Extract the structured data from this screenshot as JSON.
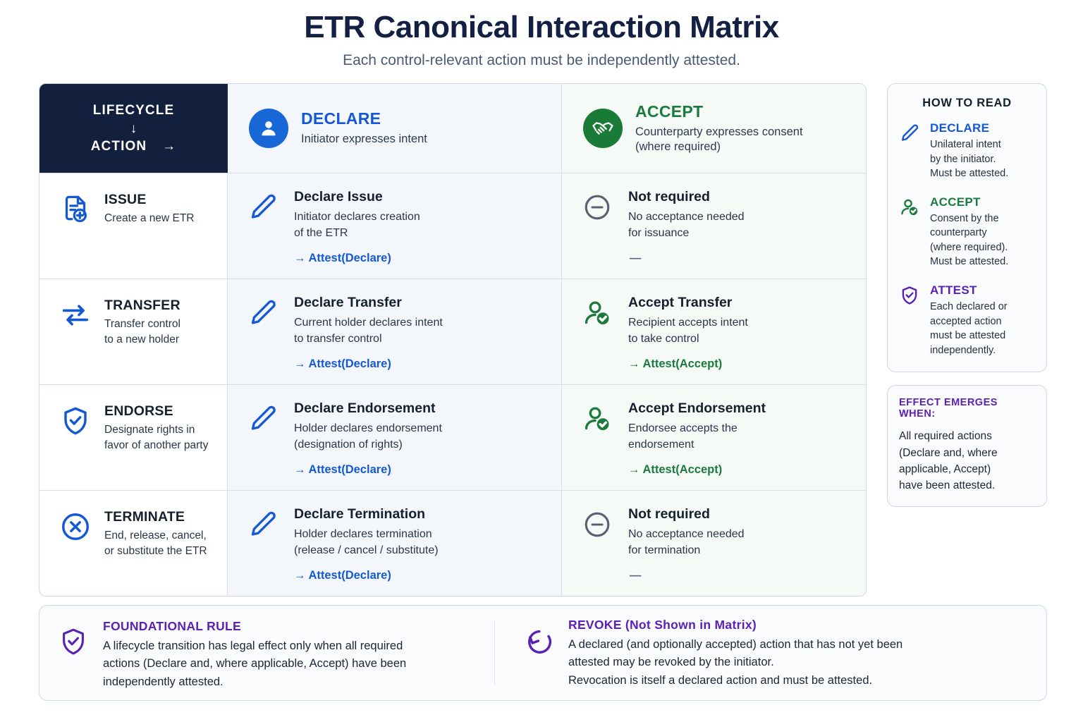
{
  "header": {
    "title": "ETR Canonical Interaction Matrix",
    "subtitle": "Each control-relevant action must be independently attested."
  },
  "matrix": {
    "corner": {
      "line1": "LIFECYCLE",
      "arrow_down": "↓",
      "line2": "ACTION",
      "arrow_right": "→"
    },
    "columns": [
      {
        "id": "declare",
        "icon": "person-icon",
        "title": "DECLARE",
        "subtitle_lines": [
          "Initiator expresses intent"
        ],
        "color": "#1558d6"
      },
      {
        "id": "accept",
        "icon": "handshake-icon",
        "title": "ACCEPT",
        "subtitle_lines": [
          "Counterparty expresses consent",
          "(where required)"
        ],
        "color": "#1b7a3d"
      }
    ],
    "rows": [
      {
        "id": "issue",
        "icon": "document-plus-icon",
        "name": "ISSUE",
        "desc_lines": [
          "Create a new ETR"
        ],
        "declare": {
          "icon": "pencil-icon",
          "title": "Declare Issue",
          "desc_lines": [
            "Initiator declares creation",
            "of the ETR"
          ],
          "attest": "→  Attest(Declare)",
          "attest_style": "blue"
        },
        "accept": {
          "icon": "minus-circle-icon",
          "title": "Not required",
          "desc_lines": [
            "No acceptance needed",
            "for issuance"
          ],
          "attest": "—",
          "attest_style": "dash"
        }
      },
      {
        "id": "transfer",
        "icon": "transfer-arrows-icon",
        "name": "TRANSFER",
        "desc_lines": [
          "Transfer control",
          "to a new holder"
        ],
        "declare": {
          "icon": "pencil-icon",
          "title": "Declare Transfer",
          "desc_lines": [
            "Current holder declares intent",
            "to transfer control"
          ],
          "attest": "→  Attest(Declare)",
          "attest_style": "blue"
        },
        "accept": {
          "icon": "person-check-icon",
          "title": "Accept Transfer",
          "desc_lines": [
            "Recipient accepts intent",
            "to take control"
          ],
          "attest": "→  Attest(Accept)",
          "attest_style": "green"
        }
      },
      {
        "id": "endorse",
        "icon": "shield-check-icon",
        "name": "ENDORSE",
        "desc_lines": [
          "Designate rights in",
          "favor of another party"
        ],
        "declare": {
          "icon": "pencil-icon",
          "title": "Declare Endorsement",
          "desc_lines": [
            "Holder declares endorsement",
            "(designation of rights)"
          ],
          "attest": "→  Attest(Declare)",
          "attest_style": "blue"
        },
        "accept": {
          "icon": "person-check-icon",
          "title": "Accept Endorsement",
          "desc_lines": [
            "Endorsee accepts the",
            "endorsement"
          ],
          "attest": "→  Attest(Accept)",
          "attest_style": "green"
        }
      },
      {
        "id": "terminate",
        "icon": "x-circle-icon",
        "name": "TERMINATE",
        "desc_lines": [
          "End, release, cancel,",
          "or substitute the ETR"
        ],
        "declare": {
          "icon": "pencil-icon",
          "title": "Declare Termination",
          "desc_lines": [
            "Holder declares termination",
            "(release / cancel / substitute)"
          ],
          "attest": "→  Attest(Declare)",
          "attest_style": "blue"
        },
        "accept": {
          "icon": "minus-circle-icon",
          "title": "Not required",
          "desc_lines": [
            "No acceptance needed",
            "for termination"
          ],
          "attest": "—",
          "attest_style": "dash"
        }
      }
    ]
  },
  "sidebar": {
    "how_to_read_title": "HOW TO READ",
    "legend": [
      {
        "icon": "pencil-icon",
        "name": "DECLARE",
        "color": "#1558d6",
        "desc_lines": [
          "Unilateral intent",
          "by the initiator.",
          "Must be attested."
        ]
      },
      {
        "icon": "person-check-icon",
        "name": "ACCEPT",
        "color": "#1b7a3d",
        "desc_lines": [
          "Consent by the",
          "counterparty",
          "(where required).",
          "Must be attested."
        ]
      },
      {
        "icon": "shield-check-icon",
        "name": "ATTEST",
        "color": "#5b21b6",
        "desc_lines": [
          "Each declared or",
          "accepted action",
          "must be attested",
          "independently."
        ]
      }
    ],
    "effect": {
      "title": "EFFECT EMERGES WHEN:",
      "body_lines": [
        "All required actions",
        "(Declare and, where",
        "applicable, Accept)",
        "have been attested."
      ]
    }
  },
  "footer": {
    "foundational": {
      "icon": "shield-check-icon",
      "title": "FOUNDATIONAL RULE",
      "body_lines": [
        "A lifecycle transition has legal effect only when all required",
        "actions (Declare and, where applicable, Accept) have been",
        "independently attested."
      ]
    },
    "revoke": {
      "icon": "revoke-circular-arrow-icon",
      "title": "REVOKE (Not Shown in Matrix)",
      "body_lines": [
        "A declared (and optionally accepted) action that has not yet been",
        "attested may be revoked by the initiator.",
        "Revocation is itself a declared action and must be attested."
      ]
    }
  },
  "colors": {
    "declare_blue": "#1558d6",
    "accept_green": "#1b7a3d",
    "attest_purple": "#5b21b6",
    "header_navy": "#121f3d",
    "neutral_gray": "#5b6878"
  }
}
